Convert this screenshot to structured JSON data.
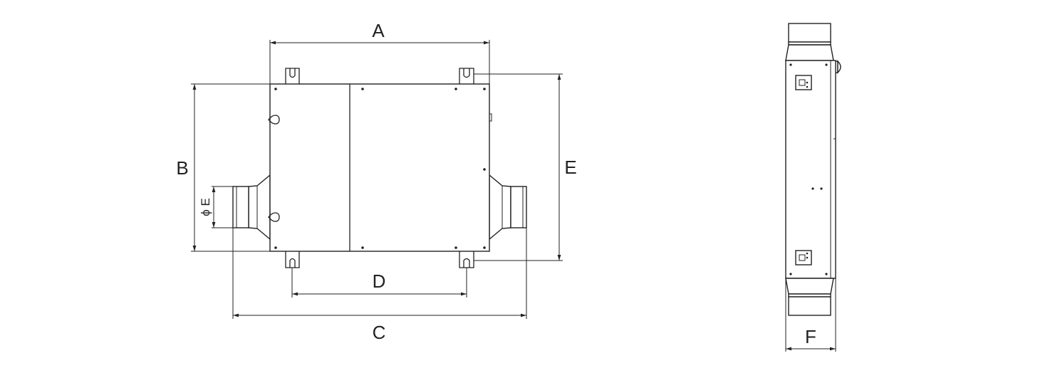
{
  "front_view": {
    "labels": {
      "a": "A",
      "b": "B",
      "c": "C",
      "d": "D",
      "e": "E",
      "phi_e": "ϕ E"
    }
  },
  "side_view": {
    "labels": {
      "f": "F"
    }
  },
  "colors": {
    "line": "#222222",
    "background": "#ffffff"
  }
}
